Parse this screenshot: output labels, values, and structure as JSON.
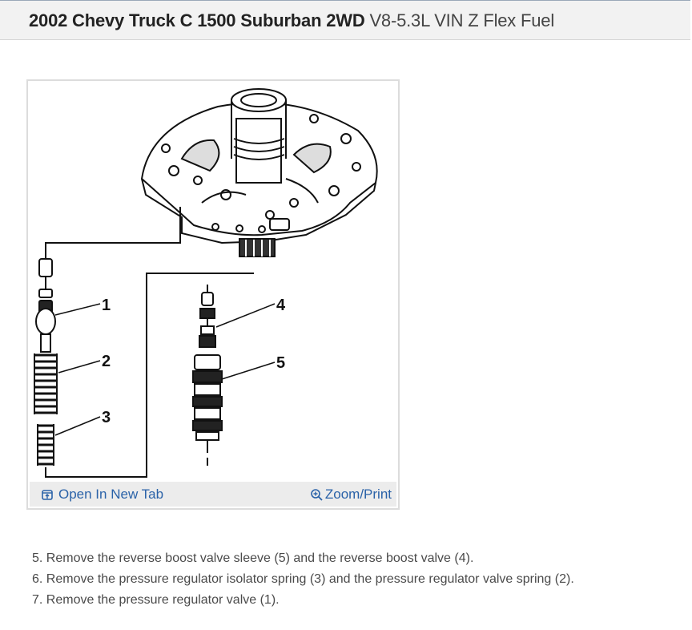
{
  "header": {
    "title_bold": "2002 Chevy Truck C 1500 Suburban 2WD",
    "title_rest": "V8-5.3L VIN Z Flex Fuel"
  },
  "figure": {
    "callouts": [
      "1",
      "2",
      "3",
      "4",
      "5"
    ],
    "open_tab_label": "Open In New Tab",
    "zoom_label": "Zoom/Print",
    "link_color": "#2a62a8",
    "bar_color": "#ececec"
  },
  "steps": [
    "5. Remove the reverse boost valve sleeve (5) and the reverse boost valve (4).",
    "6. Remove the pressure regulator isolator spring (3) and the pressure regulator valve spring (2).",
    "7. Remove the pressure regulator valve (1)."
  ]
}
